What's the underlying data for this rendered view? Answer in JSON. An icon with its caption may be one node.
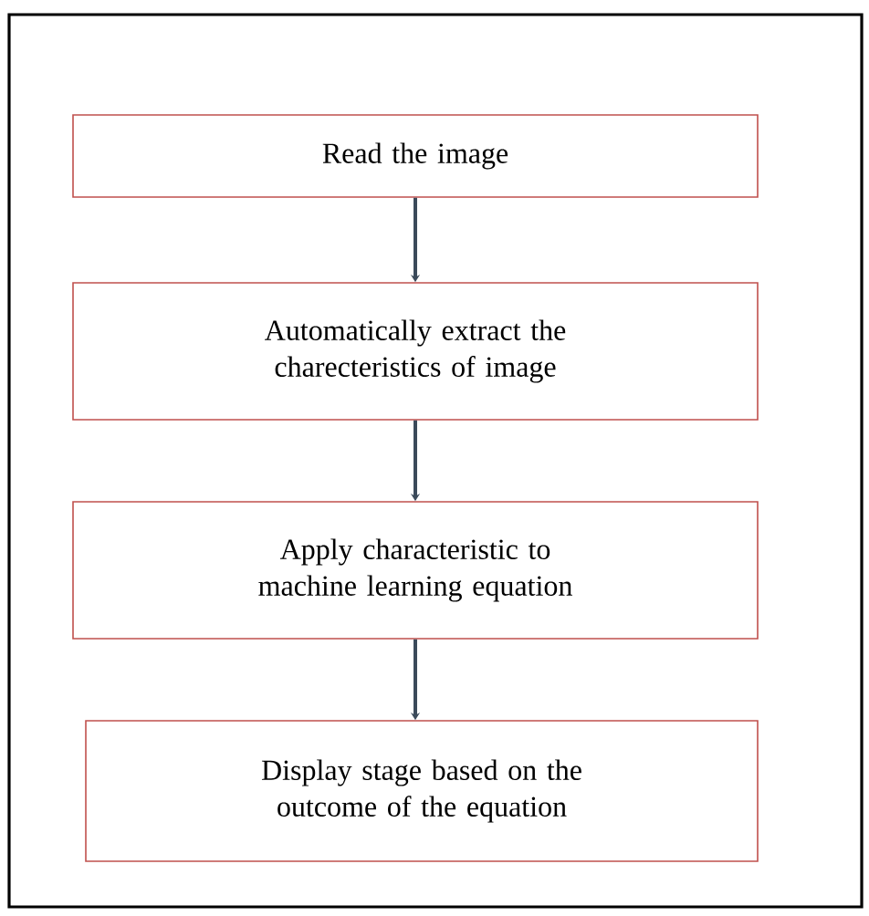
{
  "diagram": {
    "nodes": [
      {
        "text": [
          "Read the image"
        ]
      },
      {
        "text": [
          "Automatically extract the charecteristics of image"
        ]
      },
      {
        "text": [
          "Apply characteristic to machine learning equation"
        ]
      },
      {
        "text": [
          "Display stage based on the outcome of  the equation"
        ]
      }
    ],
    "edges": [
      {
        "from": 0,
        "to": 1,
        "arrow": "to"
      },
      {
        "from": 1,
        "to": 2,
        "arrow": "to"
      },
      {
        "from": 2,
        "to": 3,
        "arrow": "to"
      }
    ]
  }
}
